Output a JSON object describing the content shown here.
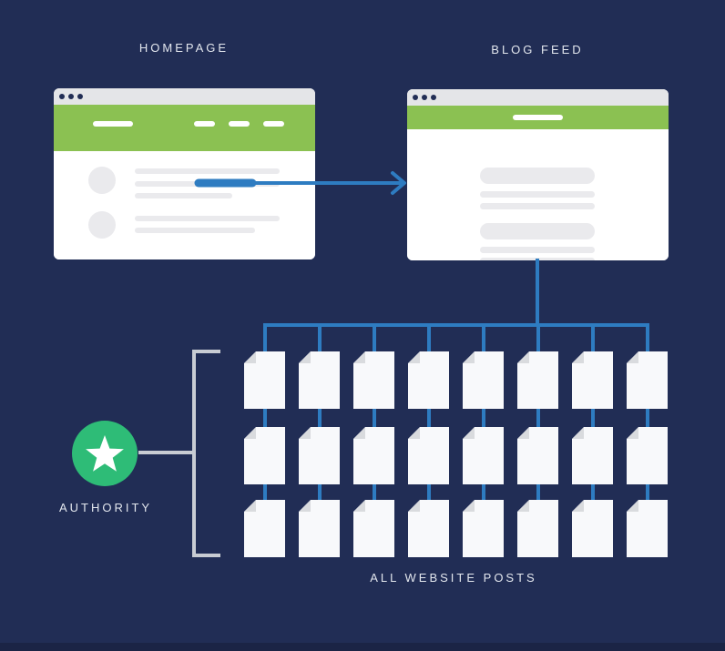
{
  "labels": {
    "homepage": "HOMEPAGE",
    "blog_feed": "BLOG FEED",
    "authority": "AUTHORITY",
    "all_website_posts": "ALL WEBSITE POSTS"
  },
  "colors": {
    "background": "#212D55",
    "footer_strip": "#1B2445",
    "nav_green": "#8BC152",
    "link_blue": "#2E7CC1",
    "authority_green": "#2EBC77",
    "bracket_gray": "#C8CCD3",
    "page_white": "#F8F9FB",
    "fold_gray": "#D9DBDE",
    "titlebar_gray": "#E4E5E8",
    "placeholder_gray": "#EAEAED",
    "label_text": "#E3E7EE"
  },
  "homepage_window": {
    "window_dots": 3,
    "nav_menu_items": 3,
    "content_rows": 2,
    "has_highlighted_link": true
  },
  "blog_feed_window": {
    "window_dots": 3,
    "nav_menu_items": 1,
    "post_entries": 2
  },
  "posts_grid": {
    "columns": 8,
    "rows": 3,
    "total_posts": 24
  },
  "icons": {
    "authority_badge": "star-icon",
    "window_controls": "traffic-dots-icon",
    "post_item": "document-page-icon"
  }
}
